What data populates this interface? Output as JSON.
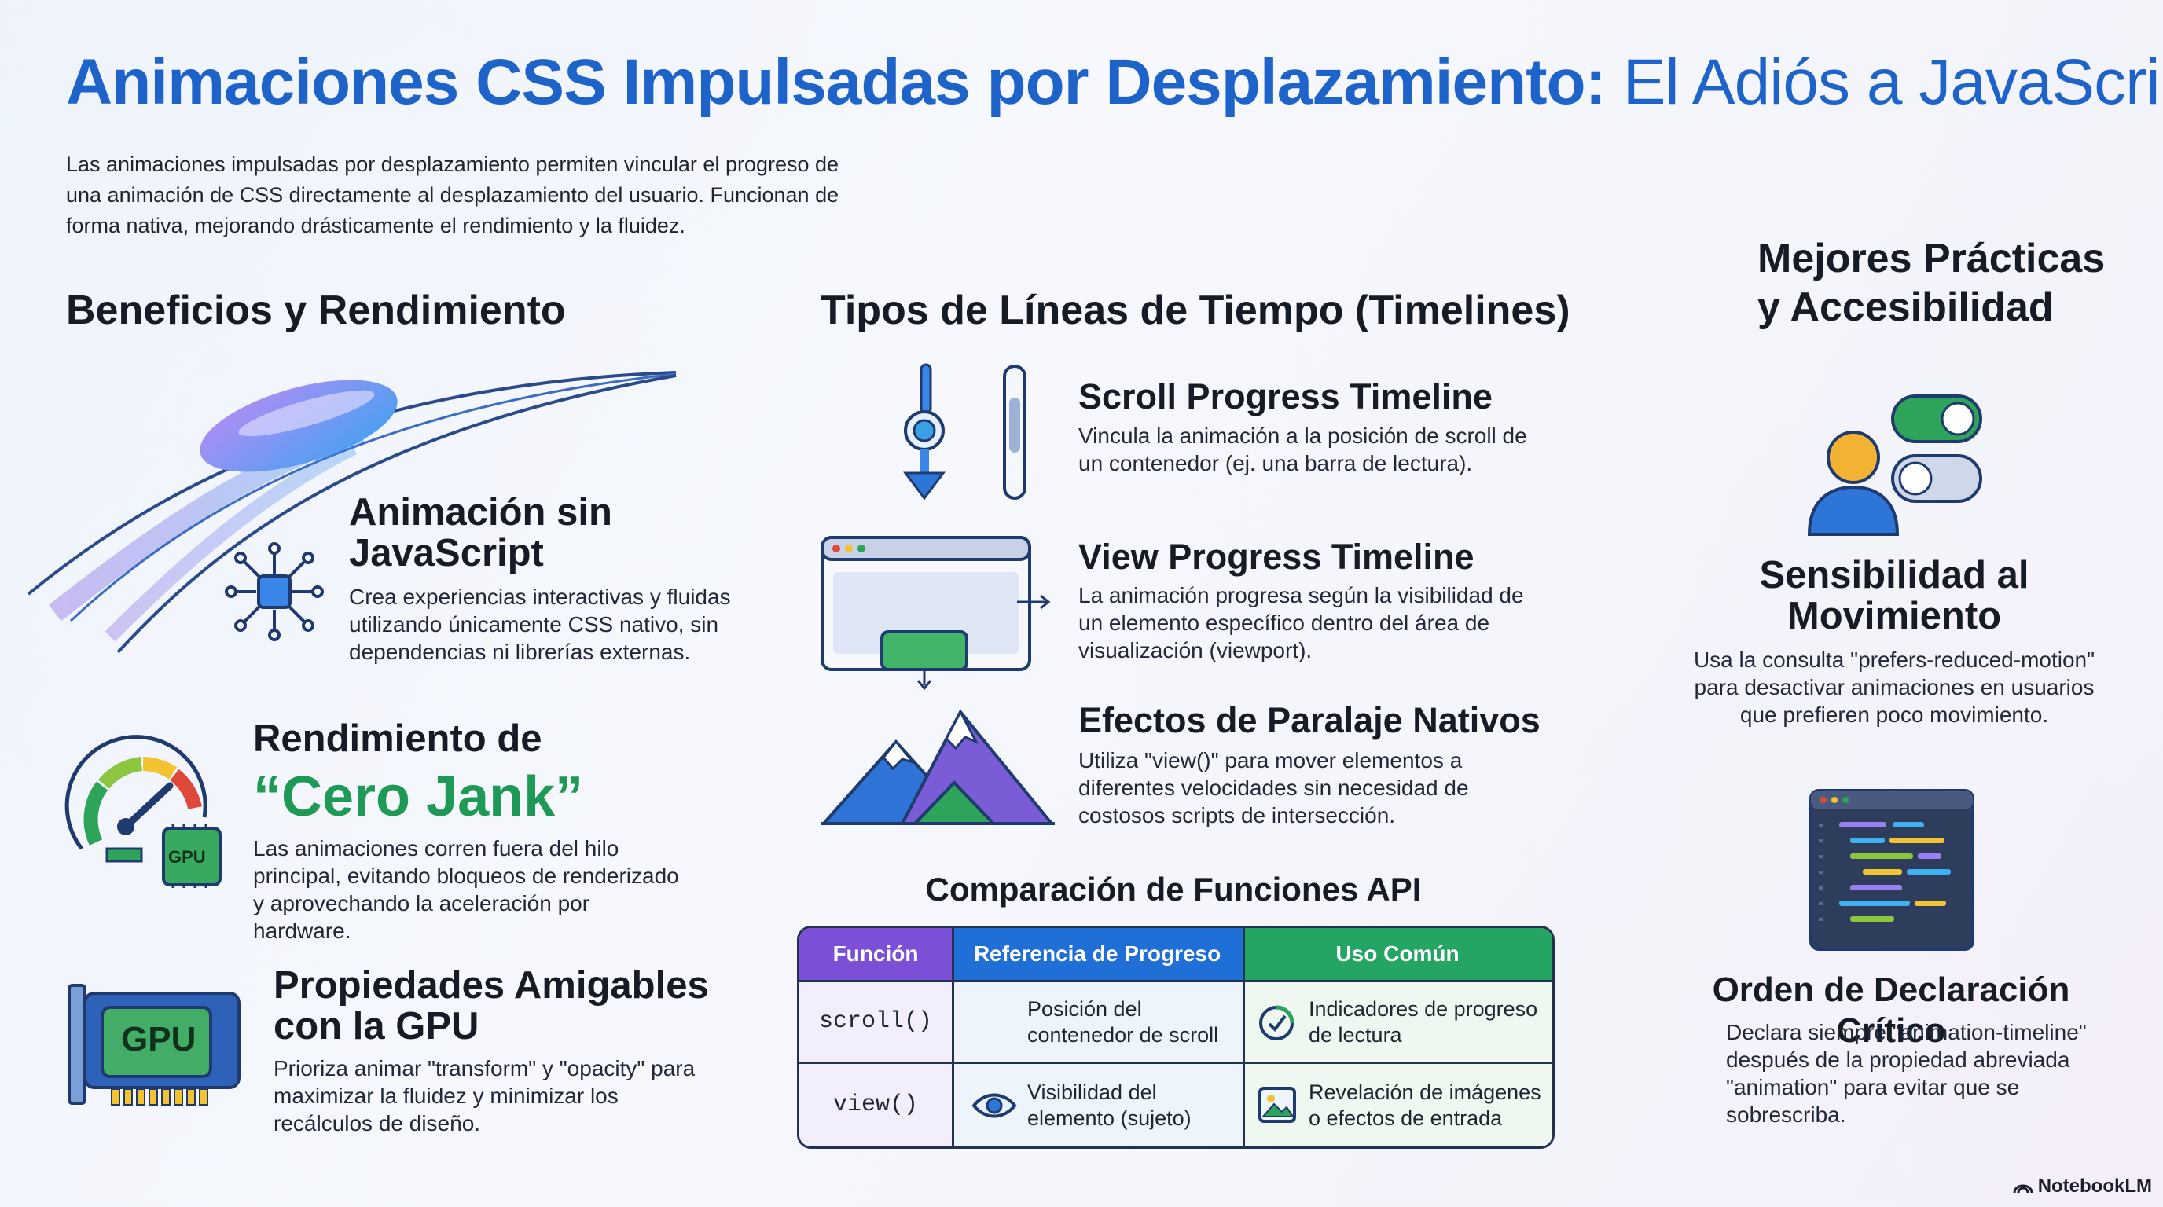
{
  "title": {
    "bold": "Animaciones CSS Impulsadas por Desplazamiento:",
    "light": " El Adiós a JavaScript"
  },
  "intro": "Las animaciones impulsadas por desplazamiento permiten vincular el progreso de una animación de CSS directamente al desplazamiento del usuario. Funcionan de forma nativa, mejorando drásticamente el rendimiento y la fluidez.",
  "left": {
    "heading": "Beneficios y Rendimiento",
    "items": [
      {
        "title": "Animación sin JavaScript",
        "text": "Crea experiencias interactivas y fluidas utilizando únicamente CSS nativo, sin dependencias ni librerías externas."
      },
      {
        "title_a": "Rendimiento de",
        "title_b": "“Cero Jank”",
        "text": "Las animaciones corren fuera del hilo principal, evitando bloqueos de renderizado y aprovechando la aceleración por hardware.",
        "chip": "GPU"
      },
      {
        "title": "Propiedades Amigables con la GPU",
        "text": "Prioriza animar \"transform\" y \"opacity\" para maximizar la fluidez y minimizar los recálculos de diseño.",
        "chip": "GPU"
      }
    ]
  },
  "middle": {
    "heading": "Tipos de Líneas de Tiempo (Timelines)",
    "items": [
      {
        "title": "Scroll Progress Timeline",
        "text": "Vincula la animación a la posición de scroll de un contenedor (ej. una barra de lectura)."
      },
      {
        "title": "View Progress Timeline",
        "text": "La animación progresa según la visibilidad de un elemento específico dentro del área de visualización (viewport)."
      },
      {
        "title": "Efectos de Paralaje Nativos",
        "text": "Utiliza \"view()\" para mover elementos a diferentes velocidades sin necesidad de costosos scripts de intersección."
      }
    ],
    "table": {
      "heading": "Comparación de Funciones API",
      "headers": [
        "Función",
        "Referencia de Progreso",
        "Uso Común"
      ],
      "rows": [
        [
          "scroll()",
          "Posición del contenedor de scroll",
          "Indicadores de progreso de lectura"
        ],
        [
          "view()",
          "Visibilidad del elemento (sujeto)",
          "Revelación de imágenes o efectos de entrada"
        ]
      ]
    }
  },
  "right": {
    "heading": "Mejores Prácticas y Accesibilidad",
    "items": [
      {
        "title": "Sensibilidad al Movimiento",
        "text": "Usa la consulta \"prefers-reduced-motion\" para desactivar animaciones en usuarios que prefieren poco movimiento."
      },
      {
        "title": "Orden de Declaración Crítico",
        "text": "Declara siempre \"animation-timeline\" después de la propiedad abreviada \"animation\" para evitar que se sobrescriba."
      }
    ]
  },
  "brand": "NotebookLM",
  "colors": {
    "title_blue": "#1e63c9",
    "accent_green": "#1e9a56",
    "header_purple": "#7b4fd6",
    "header_blue": "#1f6fd6",
    "header_green": "#25a563"
  }
}
